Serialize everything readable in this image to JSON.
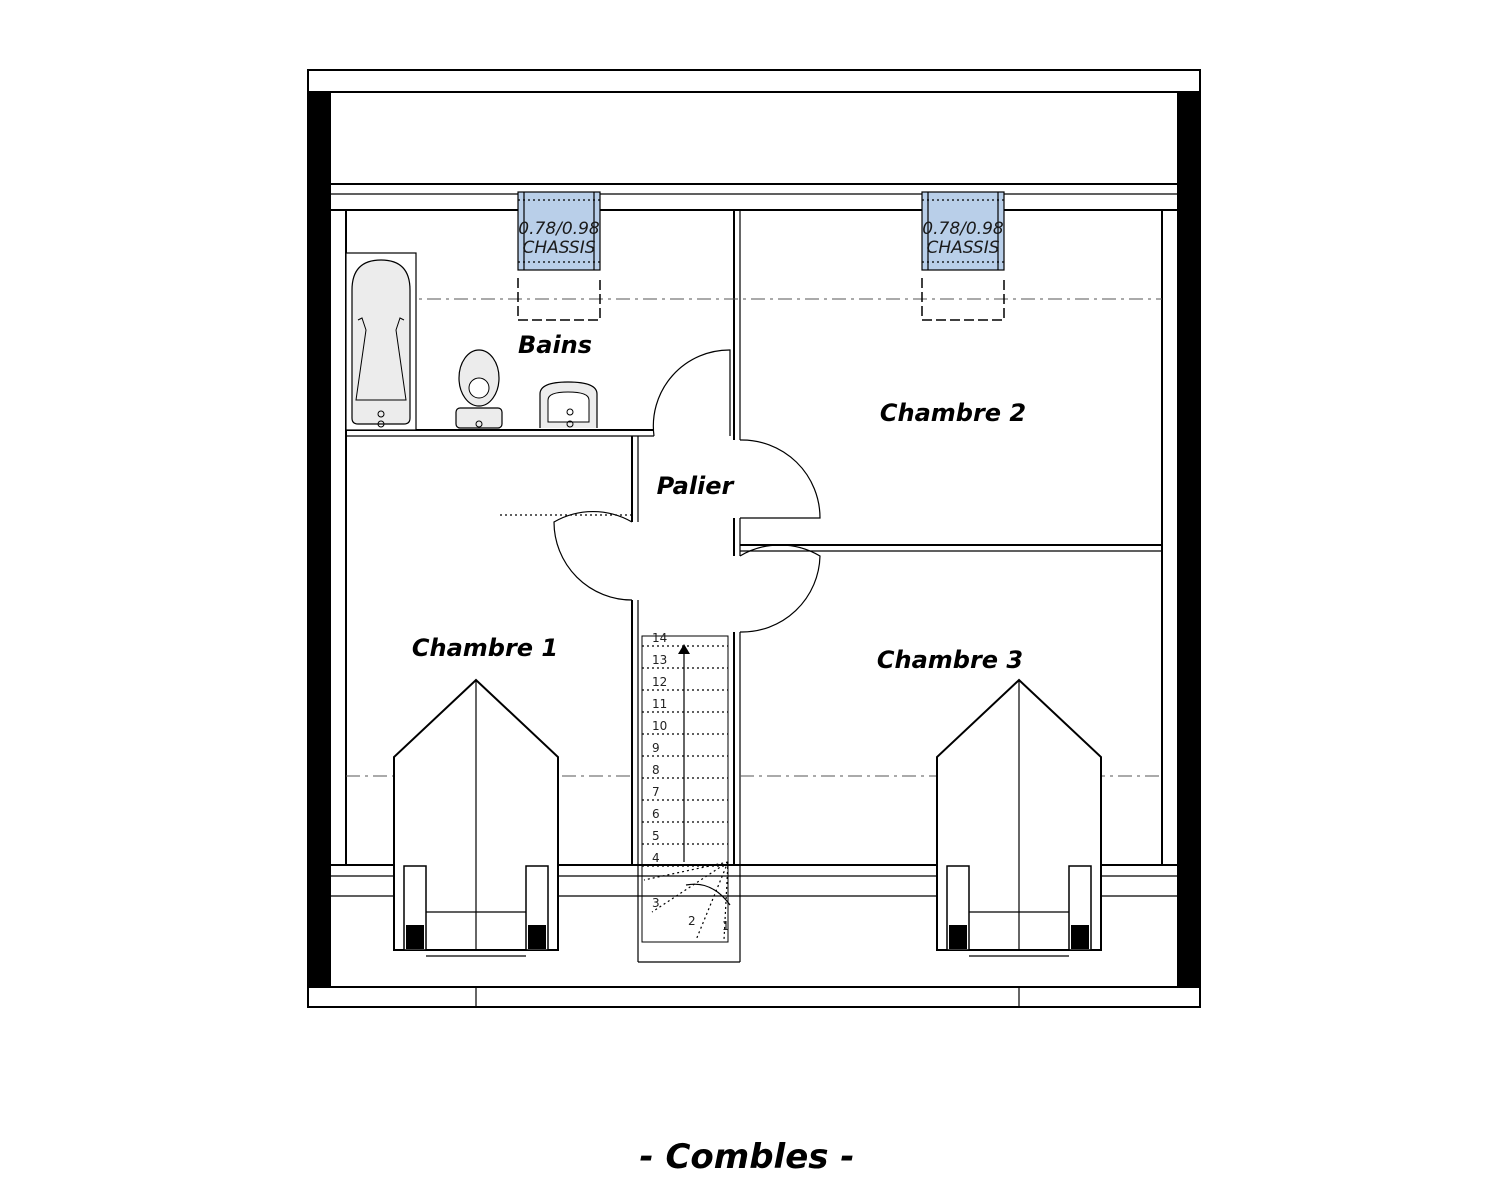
{
  "plan_title": "- Combles -",
  "rooms": {
    "bains": "Bains",
    "palier": "Palier",
    "chambre_1": "Chambre 1",
    "chambre_2": "Chambre 2",
    "chambre_3": "Chambre 3"
  },
  "windows": [
    {
      "size": "0.78/0.98",
      "type": "CHASSIS"
    },
    {
      "size": "0.78/0.98",
      "type": "CHASSIS"
    }
  ],
  "stair_steps": [
    "1",
    "2",
    "3",
    "4",
    "5",
    "6",
    "7",
    "8",
    "9",
    "10",
    "11",
    "12",
    "13",
    "14"
  ],
  "colors": {
    "wall": "#000000",
    "window_glass": "#b9cfe9",
    "fixture_fill": "#ececec"
  }
}
